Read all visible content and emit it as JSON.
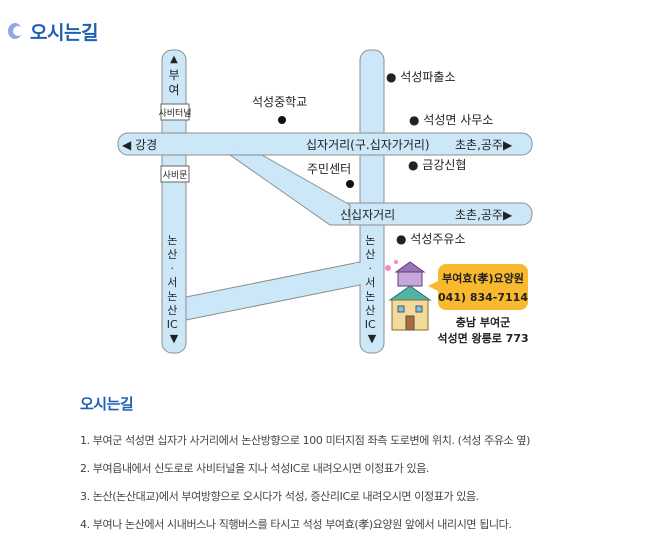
{
  "page": {
    "title": "오시는길"
  },
  "map": {
    "labels": {
      "buyeo_1": "부",
      "buyeo_2": "여",
      "bus_terminal": "사비터널",
      "gangyeong": "◀ 강경",
      "sabi_gate": "사비문",
      "seokseong_middle_school": "석성중학교",
      "seokseong_police_box": "● 석성파출소",
      "seokseong_office": "● 석성면 사무소",
      "sipja_intersection": "십자거리(구.십자가거리)",
      "chochon_gongju_top": "초촌,공주▶",
      "community_center": "주민센터",
      "geumgang_coop": "● 금강신협",
      "new_sipja_intersection": "신십자거리",
      "chochon_gongju_bottom": "초촌,공주▶",
      "seokseong_gas_station": "● 석성주유소",
      "left_ic_vertical": "논산·서논산IC▼",
      "right_ic_vertical": "논산·서논산IC▼"
    },
    "callout": {
      "name": "부여효(孝)요양원",
      "phone": "041) 834-7114"
    },
    "address": {
      "line1": "충남 부여군",
      "line2": "석성면 왕릉로 773"
    },
    "colors": {
      "road": "#cce7f7",
      "road_border": "#8e8e8e",
      "callout": "#f8b92e"
    }
  },
  "directions": {
    "title": "오시는길",
    "items": [
      "1. 부여군 석성면 십자가 사거리에서 논산방향으로 100 미터지점 좌측 도로변에 위치. (석성 주유소 옆)",
      "2. 부여읍내에서 신도로로 사비터널을 지나 석성IC로 내려오시면 이정표가 있음.",
      "3. 논산(논산대교)에서 부여방향으로 오시다가 석성, 증산리IC로 내려오시면 이정표가 있음.",
      "4. 부여나 논산에서 시내버스나 직행버스를 타시고 석성 부여효(孝)요양원 앞에서 내리시면 됩니다."
    ]
  }
}
